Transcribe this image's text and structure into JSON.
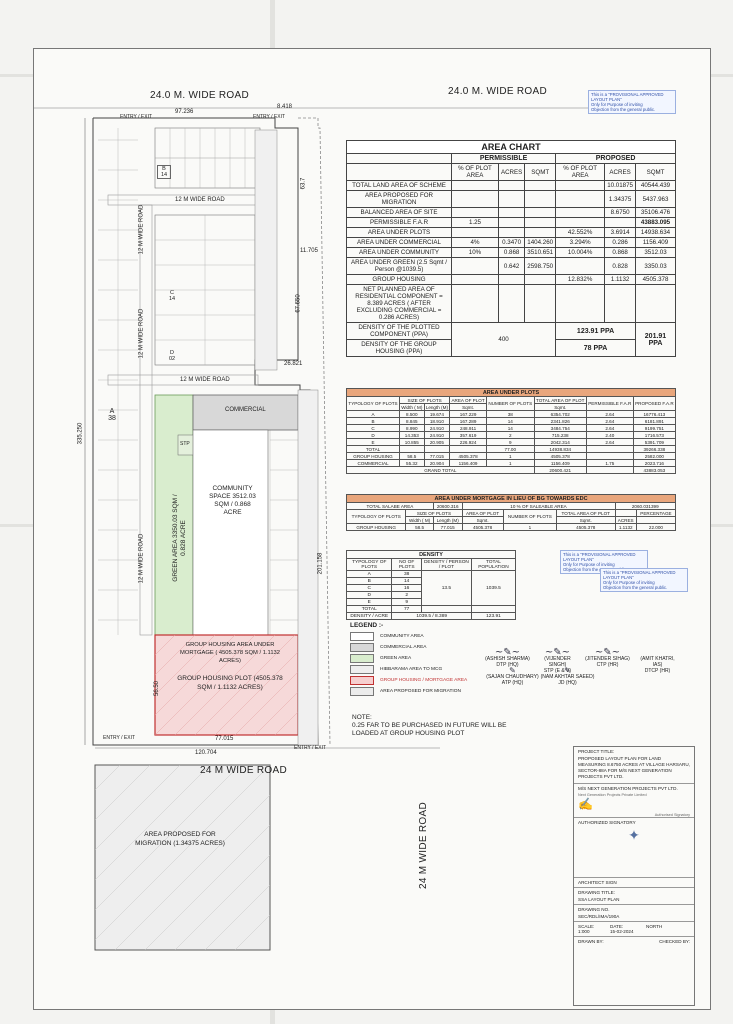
{
  "roads": {
    "north": "24.0 M. WIDE ROAD",
    "north_right": "24.0 M. WIDE ROAD",
    "south": "24 M WIDE ROAD",
    "east": "24 M WIDE ROAD",
    "inner1": "12 M WIDE ROAD",
    "inner2": "12 M WIDE ROAD",
    "inner_left1": "12 M WIDE ROAD",
    "inner_left2": "12 M WIDE ROAD",
    "inner_left3": "12 M WIDE ROAD"
  },
  "dimensions": {
    "top_width": "97.236",
    "top_right": "8.418",
    "left_depth": "335.250",
    "right_63": "63.7",
    "right_67": "67.650",
    "right_11": "11.705",
    "mid_26": "26.821",
    "right_201": "201.158",
    "bottom_77": "77.015",
    "bottom_120": "120.704",
    "gh_depth": "56.50"
  },
  "labels": {
    "entry_exit": "ENTRY / EXIT",
    "block_b": "B",
    "block_b_no": "14",
    "block_c": "C",
    "block_c_no": "14",
    "block_d": "D",
    "block_d_no": "02",
    "block_a": "A",
    "block_a_no": "38",
    "commercial": "COMMERCIAL",
    "community": "COMMUNITY SPACE 3512.03 SQM / 0.868 ACRE",
    "green_area": "GREEN AREA 3350.03 SQM / 0.828 ACRE",
    "gh_mortgage": "GROUP HOUSING AREA UNDER MORTGAGE ( 4505.378 SQM / 1.1132 ACRES)",
    "gh_plot": "GROUP HOUSING PLOT (4505.378 SQM / 1.1132 ACRES)",
    "migration": "AREA PROPOSED FOR MIGRATION (1.34375 ACRES)",
    "stp": "STP"
  },
  "stamp": {
    "line1": "This is a \"PROVISIONAL APPROVED LAYOUT PLAN\"",
    "line2": "Only for Purpose of inviting",
    "line3": "Objection from the general public."
  },
  "area_chart": {
    "title": "AREA CHART",
    "permissible": "PERMISSIBLE",
    "proposed": "PROPOSED",
    "cols": [
      "% OF PLOT AREA",
      "ACRES",
      "SQMT",
      "% OF PLOT AREA",
      "ACRES",
      "SQMT"
    ],
    "rows": [
      [
        "TOTAL LAND AREA OF SCHEME",
        "",
        "",
        "",
        "",
        "10.01875",
        "40544.439"
      ],
      [
        "AREA PROPOSED FOR MIGRATION",
        "",
        "",
        "",
        "",
        "1.34375",
        "5437.963"
      ],
      [
        "BALANCED AREA OF SITE",
        "",
        "",
        "",
        "",
        "8.6750",
        "35106.476"
      ],
      [
        "PERMISSIBLE F.A.R",
        "1.25",
        "",
        "",
        "",
        "",
        "43883.095"
      ],
      [
        "AREA UNDER PLOTS",
        "",
        "",
        "",
        "42.552%",
        "3.6914",
        "14938.634"
      ],
      [
        "AREA UNDER COMMERCIAL",
        "4%",
        "0.3470",
        "1404.260",
        "3.294%",
        "0.286",
        "1156.409"
      ],
      [
        "AREA UNDER COMMUNITY",
        "10%",
        "0.868",
        "3510.651",
        "10.004%",
        "0.868",
        "3512.03"
      ],
      [
        "AREA UNDER GREEN (2.5 Sqmt / Person @1039.5)",
        "",
        "0.642",
        "2598.750",
        "",
        "0.828",
        "3350.03"
      ],
      [
        "GROUP HOUSING",
        "",
        "",
        "",
        "12.832%",
        "1.1132",
        "4505.378"
      ],
      [
        "NET PLANNED AREA OF RESIDENTIAL COMPONENT = 8.389 ACRES ( AFTER EXCLUDING COMMERCIAL = 0.286 ACRES)",
        "",
        "",
        "",
        "",
        "",
        ""
      ]
    ],
    "density_plotted": "DENSITY OF THE PLOTTED COMPONENT (PPA)",
    "density_group": "DENSITY OF THE GROUP HOUSING (PPA)",
    "density_perm": "400",
    "density_plotted_val": "123.91 PPA",
    "density_group_val": "78 PPA",
    "density_total": "201.91 PPA"
  },
  "plots_table": {
    "title": "AREA UNDER PLOTS",
    "cols": [
      "TYPOLOGY OF PLOTS",
      "SIZE OF PLOTS",
      "AREA OF PLOT",
      "NUMBER OF PLOTS",
      "TOTAL AREA OF PLOT",
      "PERMISSIBLE F.A.R",
      "PROPOSED F.A.R"
    ],
    "subcols": [
      "Width ( M)",
      "Length (M)",
      "Sqmt.",
      "Sqmt."
    ],
    "rows": [
      [
        "A",
        "8.500",
        "19.674",
        "167.229",
        "38",
        "6354.702",
        "2.64",
        "16776.413"
      ],
      [
        "B",
        "8.845",
        "18.910",
        "167.289",
        "14",
        "2341.826",
        "2.64",
        "6181.891"
      ],
      [
        "C",
        "8.990",
        "24.910",
        "248.911",
        "14",
        "3484.754",
        "2.64",
        "9199.751"
      ],
      [
        "D",
        "14.353",
        "24.910",
        "357.619",
        "2",
        "715.238",
        "2.40",
        "1716.573"
      ],
      [
        "E",
        "10.855",
        "20.905",
        "226.924",
        "9",
        "2042.314",
        "2.64",
        "5391.709"
      ],
      [
        "TOTAL",
        "",
        "",
        "",
        "77.00",
        "14938.834",
        "",
        "39266.338"
      ],
      [
        "GROUP HOUSING",
        "58.5",
        "77.015",
        "4505.378",
        "1",
        "4505.378",
        "",
        "2582.000"
      ],
      [
        "COMMERCIAL",
        "55.32",
        "20.904",
        "1156.409",
        "1",
        "1156.409",
        "1.75",
        "2023.716"
      ],
      [
        "GRAND TOTAL",
        "",
        "",
        "",
        "",
        "20600.421",
        "",
        "43883.053"
      ]
    ]
  },
  "mortgage_table": {
    "title": "AREA UNDER MORTGAGE IN LIEU OF BG TOWARDS EDC",
    "row0": [
      "TOTAL SALABE AREA",
      "20600.316",
      "10 % OF SALEABLE AREA",
      "2060.031399"
    ],
    "cols": [
      "TYPOLOGY OF PLOTS",
      "SIZE OF PLOTS",
      "AREA OF PLOT",
      "NUMBER OF PLOTS",
      "TOTAL AREA OF PLOT",
      "",
      "PERCENTAGE"
    ],
    "subcols": [
      "Width ( M)",
      "Length (M)",
      "Sqmt.",
      "Sqmt.",
      "ACRES"
    ],
    "row": [
      "GROUP HOUSING",
      "58.5",
      "77.015",
      "4505.378",
      "1",
      "4505.378",
      "1.1132",
      "22.000"
    ]
  },
  "density": {
    "title": "DENSITY",
    "cols": [
      "TYPOLOGY OF PLOTS",
      "NO OF PLOTS",
      "DENSITY / PERSON / PLOT",
      "TOTAL POPULATION"
    ],
    "rows": [
      [
        "A",
        "38"
      ],
      [
        "B",
        "14"
      ],
      [
        "C",
        "16"
      ],
      [
        "D",
        "2"
      ],
      [
        "E",
        "9"
      ],
      [
        "TOTAL",
        "77"
      ]
    ],
    "factor": "13.5",
    "population": "1039.5",
    "acre_label": "DENSITY / ACRE",
    "acre_calc": "1039.5 / 8.389",
    "acre_val": "123.91"
  },
  "legend": {
    "title": "LEGEND :-",
    "items": [
      {
        "label": "COMMUNITY AREA",
        "color": "#ffffff"
      },
      {
        "label": "COMMERCIAL AREA",
        "color": "#d8d8d8"
      },
      {
        "label": "GREEN AREA",
        "color": "#d9edce"
      },
      {
        "label": "HIBBARAMA AREA TO MCG",
        "color": "#eeeeee"
      },
      {
        "label": "GROUP HOUSING / MORTGAGE AREA",
        "color": "#f6cfcf"
      },
      {
        "label": "AREA PROPOSED FOR MIGRATION",
        "color": "#ececec"
      }
    ]
  },
  "signatures": [
    {
      "name": "(ASHISH SHARMA)",
      "role": "DTP (HQ)"
    },
    {
      "name": "(VIJENDER SINGH)",
      "role": "STP (E & V)"
    },
    {
      "name": "(JITENDER SIHAG)",
      "role": "CTP (HR)"
    },
    {
      "name": "(AMIT KHATRI, IAS)",
      "role": "DTCP (HR)"
    },
    {
      "name": "(SAJAN CHAUDHARY)",
      "role": "ATP (HQ)"
    },
    {
      "name": "(NAM AKHTAR SAEED)",
      "role": "JD (HQ)"
    }
  ],
  "note": {
    "title": "NOTE:",
    "text": "0.25 FAR TO BE PURCHASED IN FUTURE WILL BE LOADED AT GROUP HOUSING PLOT"
  },
  "title_block": {
    "project_title_label": "PROJECT TITLE:",
    "project_title": "PROPOSED LAYOUT PLAN FOR LAND MEASURING 8.6750 ACRES AT VILLAGE HARSARU, SECTOR-88A FOR M/S NEXT GENERATION PROJECTS PVT LTD.",
    "company": "M/S NEXT GENERATION PROJECTS PVT LTD.",
    "company_stamp": "Next Generation Projects Private Limited",
    "authorised": "Authorised Signatory",
    "auth_label": "AUTHORIZED SIGNATORY",
    "architect": "ARCHITECT SIGN",
    "drawing_title_label": "DRAWING TITLE:",
    "drawing_title": "SSA LAYOUT PLAN",
    "drawing_no_label": "DRAWING NO.",
    "drawing_no": "SEC/RDL/IMA/190A",
    "scale_label": "SCALE:",
    "scale": "1:000",
    "date_label": "DATE:",
    "date": "15-02-2024",
    "north_label": "NORTH",
    "drawn_label": "DRAWN BY:",
    "checked_label": "CHECKED BY:"
  }
}
